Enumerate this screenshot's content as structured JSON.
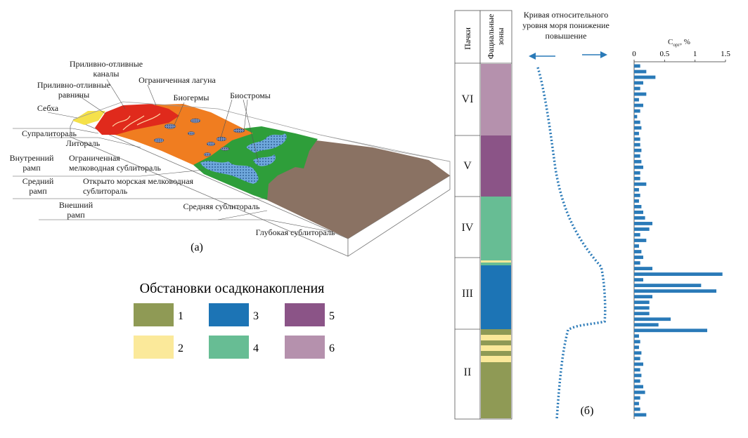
{
  "panel_a": {
    "label": "(a)",
    "top_labels": {
      "tidal_channels": [
        "Приливно-отливные",
        "каналы"
      ],
      "restricted_lagoon": "Ограниченная лагуна",
      "tidal_plains": [
        "Приливно-отливные",
        "равнины"
      ],
      "bioherms": "Биогермы",
      "biostromes": "Биостромы",
      "sabkha": "Себха"
    },
    "zone_labels": {
      "supralittoral": "Супралитораль",
      "littoral": "Литораль",
      "inner_ramp": [
        "Внутренний",
        "рамп"
      ],
      "restricted_shallow_sublittoral": [
        "Ограниченная",
        "мелководная сублитораль"
      ],
      "middle_ramp": [
        "Средний",
        "рамп"
      ],
      "open_marine_shallow_sublittoral": [
        "Открыто морская мелководная",
        "сублитораль"
      ],
      "outer_ramp": [
        "Внешний",
        "рамп"
      ],
      "middle_sublittoral": "Средняя сублитораль",
      "deep_sublittoral": "Глубокая сублитораль"
    },
    "colors": {
      "sabkha": "#f5e14a",
      "tidal_red": "#e02a1c",
      "lagoon_orange": "#f07d20",
      "shoal_blue": "#6fa8dc",
      "green": "#2e9e3a",
      "deep": "#8a7263"
    }
  },
  "legend": {
    "title": "Обстановки осадконакопления",
    "items": [
      {
        "num": "1",
        "color": "#8f9a55"
      },
      {
        "num": "2",
        "color": "#fbe99a"
      },
      {
        "num": "3",
        "color": "#1c74b5"
      },
      {
        "num": "4",
        "color": "#67bd94"
      },
      {
        "num": "5",
        "color": "#8b5487"
      },
      {
        "num": "6",
        "color": "#b591ad"
      }
    ]
  },
  "panel_b": {
    "label": "(б)",
    "col_headers": {
      "packs": "Пачки",
      "facies": [
        "Фациальные",
        "зоны"
      ]
    },
    "packs": [
      "VI",
      "V",
      "IV",
      "III",
      "II"
    ],
    "curve_header": [
      "Кривая относительного",
      "уровня моря понижение",
      "повышение"
    ],
    "corg_label": "C",
    "corg_sub": "орг",
    "corg_unit": ", %",
    "corg_ticks": [
      "0",
      "0.5",
      "1",
      "1.5"
    ]
  },
  "chart_data": {
    "type": "bar",
    "title": "",
    "xlabel": "C орг, %",
    "xlim": [
      0,
      1.5
    ],
    "orientation": "horizontal",
    "values": [
      0.1,
      0.2,
      0.35,
      0.15,
      0.1,
      0.2,
      0.08,
      0.15,
      0.1,
      0.05,
      0.1,
      0.12,
      0.08,
      0.1,
      0.1,
      0.12,
      0.1,
      0.12,
      0.15,
      0.1,
      0.1,
      0.2,
      0.08,
      0.1,
      0.08,
      0.12,
      0.15,
      0.18,
      0.3,
      0.25,
      0.1,
      0.2,
      0.08,
      0.12,
      0.15,
      0.1,
      0.3,
      1.45,
      0.15,
      1.1,
      1.35,
      0.3,
      0.25,
      0.25,
      0.25,
      0.6,
      0.4,
      1.2,
      0.08,
      0.1,
      0.08,
      0.12,
      0.1,
      0.15,
      0.1,
      0.12,
      0.1,
      0.15,
      0.18,
      0.1,
      0.08,
      0.1,
      0.2
    ]
  }
}
